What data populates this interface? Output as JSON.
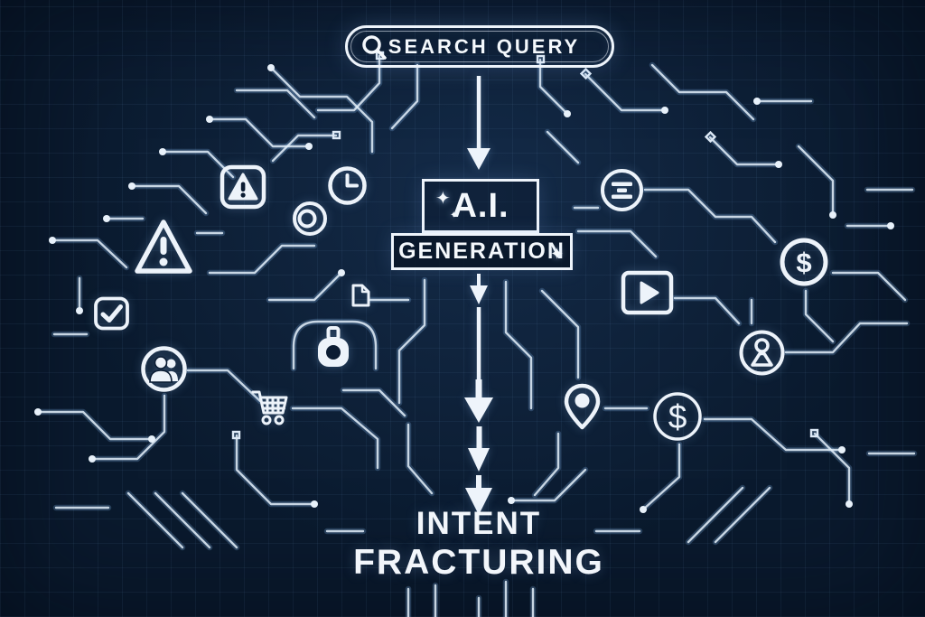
{
  "diagram": {
    "background_color": "#0a1a2e",
    "trace_color": "#e4eefb",
    "text_color": "#f4f8fc"
  },
  "search_pill": {
    "icon": "search-icon",
    "label": "SEARCH QUERY"
  },
  "center_box": {
    "top_label": "A.I.",
    "bottom_label": "GENERATION"
  },
  "footer_title": {
    "line1": "INTENT",
    "line2": "FRACTURING"
  },
  "glyphs": {
    "sparkle": "✦",
    "dollar": "$"
  },
  "icons": [
    {
      "name": "alert-badge-icon",
      "glyph": "⚠"
    },
    {
      "name": "warning-triangle-icon",
      "glyph": "⚠"
    },
    {
      "name": "clock-icon",
      "glyph": "🕒"
    },
    {
      "name": "camera-lens-icon",
      "glyph": "◎"
    },
    {
      "name": "check-square-icon",
      "glyph": "✔"
    },
    {
      "name": "users-icon",
      "glyph": "👥"
    },
    {
      "name": "document-icon",
      "glyph": "📄"
    },
    {
      "name": "lock-icon",
      "glyph": "🔒"
    },
    {
      "name": "cart-icon",
      "glyph": "🛒"
    },
    {
      "name": "filter-icon",
      "glyph": "☰"
    },
    {
      "name": "dollar-badge-icon",
      "glyph": "$"
    },
    {
      "name": "play-icon",
      "glyph": "▶"
    },
    {
      "name": "person-circle-icon",
      "glyph": "👤"
    },
    {
      "name": "pin-icon",
      "glyph": "📍"
    },
    {
      "name": "dollar-coin-icon",
      "glyph": "$"
    }
  ]
}
